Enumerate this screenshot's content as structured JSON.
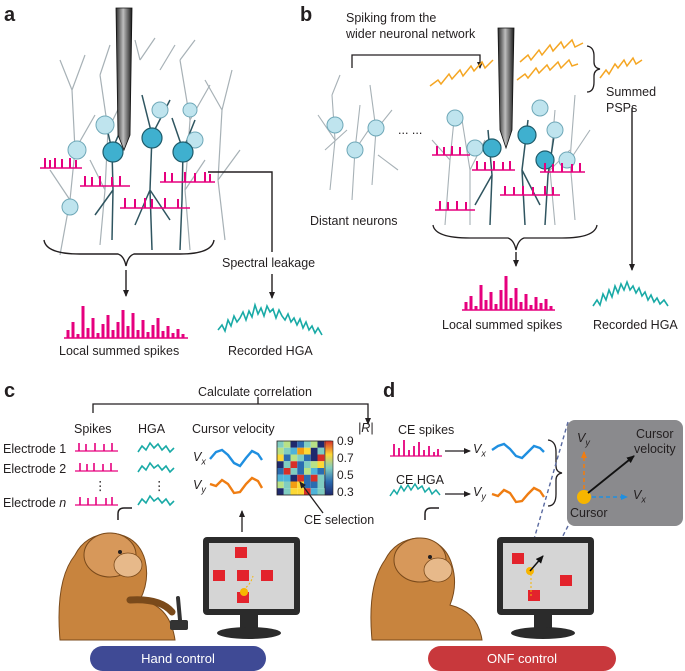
{
  "panels": {
    "a": "a",
    "b": "b",
    "c": "c",
    "d": "d"
  },
  "panel_a": {
    "spectral_leakage": "Spectral leakage",
    "local_summed_spikes": "Local summed spikes",
    "recorded_hga": "Recorded HGA"
  },
  "panel_b": {
    "spiking_line1": "Spiking from the",
    "spiking_line2": "wider neuronal network",
    "ellipsis": "... ...",
    "summed_line1": "Summed",
    "summed_line2": "PSPs",
    "distant_neurons": "Distant neurons",
    "local_summed_spikes": "Local summed spikes",
    "recorded_hga": "Recorded HGA"
  },
  "panel_c": {
    "calculate_correlation": "Calculate correlation",
    "spikes": "Spikes",
    "hga": "HGA",
    "cursor_velocity": "Cursor velocity",
    "r_label": "|R|",
    "electrode_1": "Electrode 1",
    "electrode_2": "Electrode 2",
    "electrode_n_prefix": "Electrode ",
    "electrode_n_var": "n",
    "vdots": "⋮",
    "vx_main": "V",
    "vx_sub": "x",
    "vy_main": "V",
    "vy_sub": "y",
    "colorbar_ticks": [
      "0.9",
      "0.7",
      "0.5",
      "0.3"
    ],
    "ce_selection": "CE selection",
    "hand_control": "Hand control"
  },
  "panel_d": {
    "ce_spikes": "CE spikes",
    "ce_hga": "CE HGA",
    "v_main": "V",
    "x_sub": "x",
    "y_sub": "y",
    "cursor_velocity_line1": "Cursor",
    "cursor_velocity_line2": "velocity",
    "cursor": "Cursor",
    "onf_control": "ONF control"
  },
  "colors": {
    "spike": "#e6007e",
    "hga": "#19aaa6",
    "psp": "#f5a623",
    "vx": "#1f8fe0",
    "vy": "#ef7d12",
    "hand_pill": "#3f4a95",
    "onf_pill": "#c8383c",
    "neuron_body": "#bfe4ee",
    "neuron_body_dark": "#3fb0cf",
    "dendrite": "#9aa5ab",
    "dendrite_dark": "#2f5560",
    "monkey": "#c8843e",
    "target": "#e3232c",
    "cursor_dot": "#f7b500"
  },
  "icons": [
    "electrode-icon",
    "neuron-icon",
    "monkey-icon",
    "monitor-icon",
    "joystick-icon"
  ]
}
